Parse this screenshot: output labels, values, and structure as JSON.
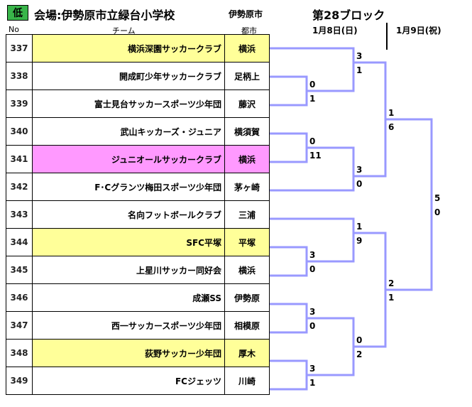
{
  "header": {
    "badge": "低",
    "venue": "会場:伊勢原市立緑台小学校",
    "city": "伊勢原市",
    "block": "第28ブロック",
    "date1": "1月8日(日)",
    "date2": "1月9日(祝)"
  },
  "columns": {
    "no": "No",
    "team": "チーム",
    "city": "都市"
  },
  "teams": [
    {
      "no": "337",
      "name": "横浜深園サッカークラブ",
      "city": "横浜"
    },
    {
      "no": "338",
      "name": "開成町少年サッカークラブ",
      "city": "足柄上"
    },
    {
      "no": "339",
      "name": "富士見台サッカースポーツ少年団",
      "city": "藤沢"
    },
    {
      "no": "340",
      "name": "武山キッカーズ・ジュニア",
      "city": "横須賀"
    },
    {
      "no": "341",
      "name": "ジュニオールサッカークラブ",
      "city": "横浜"
    },
    {
      "no": "342",
      "name": "F･Cグランツ梅田スポーツ少年団",
      "city": "茅ヶ崎"
    },
    {
      "no": "343",
      "name": "名向フットボールクラブ",
      "city": "三浦"
    },
    {
      "no": "344",
      "name": "SFC平塚",
      "city": "平塚"
    },
    {
      "no": "345",
      "name": "上星川サッカー同好会",
      "city": "横浜"
    },
    {
      "no": "346",
      "name": "成瀬SS",
      "city": "伊勢原"
    },
    {
      "no": "347",
      "name": "西一サッカースポーツ少年団",
      "city": "相模原"
    },
    {
      "no": "348",
      "name": "荻野サッカー少年団",
      "city": "厚木"
    },
    {
      "no": "349",
      "name": "FCジェッツ",
      "city": "川崎"
    }
  ],
  "scores": {
    "r1_338_339": [
      "0",
      "1"
    ],
    "r1_340_341": [
      "0",
      "11"
    ],
    "r1_344_345": [
      "3",
      "0"
    ],
    "r1_346_347": [
      "3",
      "0"
    ],
    "r1_348_349": [
      "3",
      "1"
    ],
    "r2_a": [
      "3",
      "1"
    ],
    "r2_b": [
      "3",
      "0"
    ],
    "r2_c": [
      "1",
      "9"
    ],
    "r2_d": [
      "0",
      "2"
    ],
    "r3_top": [
      "1",
      "6"
    ],
    "r3_bottom": [
      "2",
      "1"
    ],
    "final": [
      "5",
      "0"
    ]
  },
  "colors": {
    "yellow": "#ffff99",
    "pink": "#ff99ff",
    "badge": "#39b54a",
    "line": "#9999ff"
  }
}
